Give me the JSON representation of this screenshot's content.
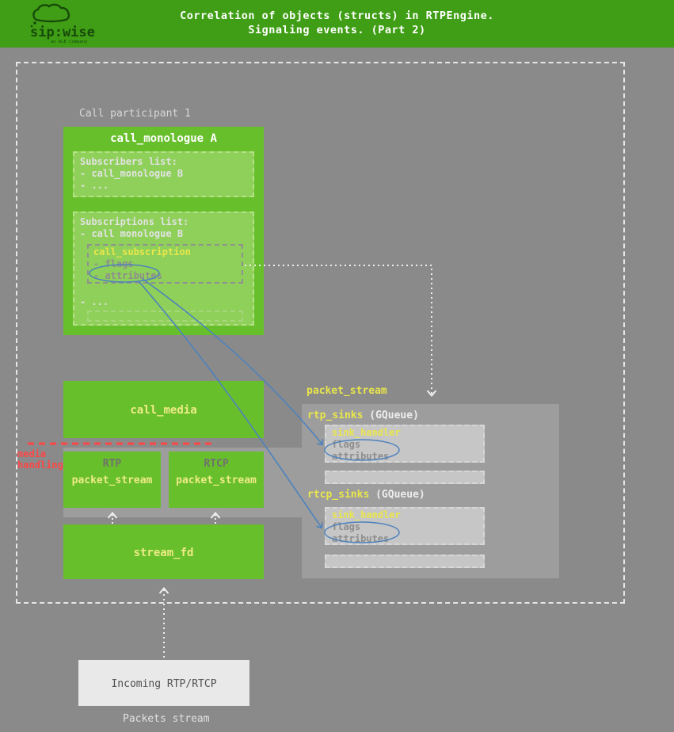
{
  "header": {
    "title_line1": "Correlation of objects (structs) in RTPEngine.",
    "title_line2": "Signaling events. (Part 2)",
    "logo": {
      "brand": "sip:wise",
      "tagline": "an ALE Company"
    }
  },
  "labels": {
    "participant": "Call participant 1",
    "media1": "media",
    "media2": "handling",
    "panel_caption": "packet_stream",
    "packets_stream": "Packets stream"
  },
  "monologue": {
    "title": "call_monologue A",
    "subscribers_title": "Subscribers list:",
    "subscribers_item1": "- call_monologue B",
    "subscribers_item2": "- ...",
    "subscriptions_title": "Subscriptions list:",
    "subscriptions_item1": "- call monologue B",
    "subscription": {
      "title": "call_subscription",
      "flags": "- flags",
      "attributes": "- attributes"
    },
    "subscriptions_more": "- ..."
  },
  "media": {
    "title": "call_media"
  },
  "rtp": {
    "tag": "RTP",
    "title": "packet_stream"
  },
  "rtcp": {
    "tag": "RTCP",
    "title": "packet_stream"
  },
  "streamfd": {
    "title": "stream_fd"
  },
  "panel": {
    "rtp_sinks": "rtp_sinks",
    "rtp_sinks_type": "(GQueue)",
    "rtcp_sinks": "rtcp_sinks",
    "rtcp_sinks_type": "(GQueue)",
    "sink1": {
      "title": "sink_handler",
      "flags": "flags",
      "attributes": "attributes"
    },
    "sink2": {
      "title": "sink_handler",
      "flags": "flags",
      "attributes": "attributes"
    }
  },
  "incoming": {
    "title": "Incoming RTP/RTCP"
  },
  "colors": {
    "header_green": "#3f9e15",
    "box_green": "#68bf2c",
    "light_green": "#8fd05a",
    "panel_gray": "#9d9d9d",
    "sink_gray": "#c6c6c6",
    "yellow": "#e9e64b",
    "red": "#ff4646",
    "blue": "#4d82bd"
  }
}
